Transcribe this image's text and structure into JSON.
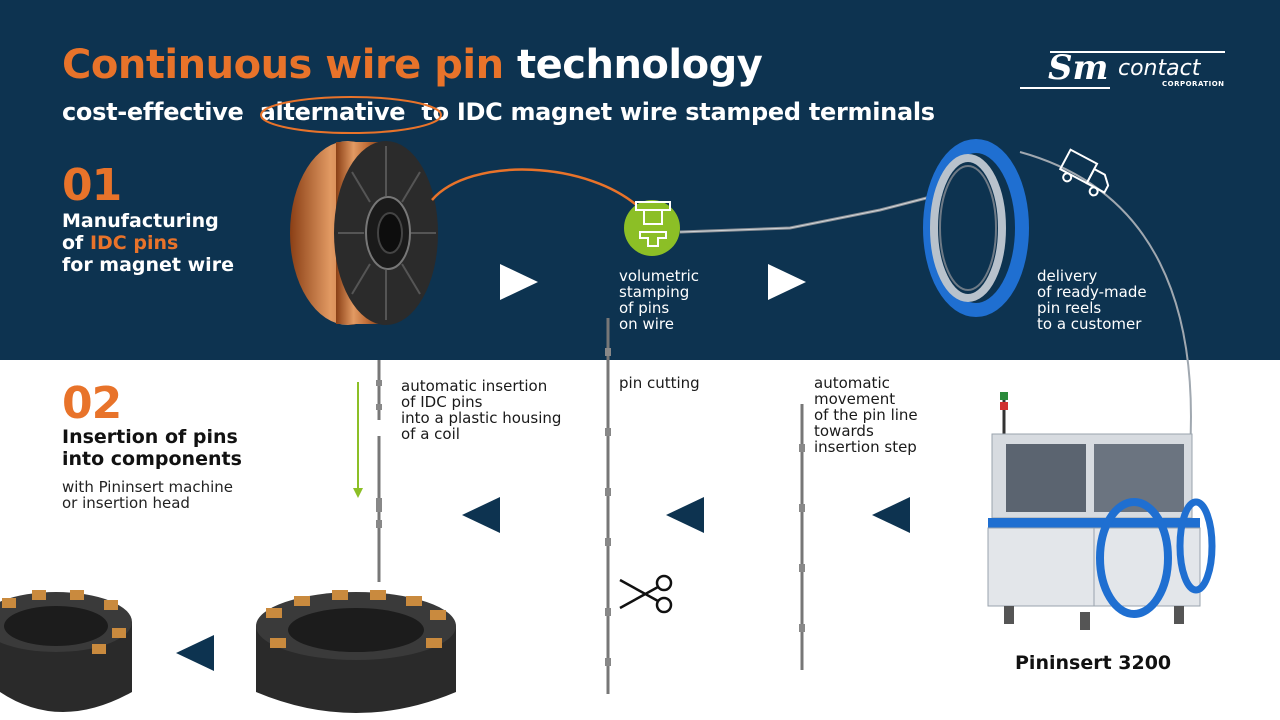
{
  "header": {
    "title_accent": "Continuous wire pin",
    "title_rest": "technology",
    "subtitle_pre": "cost-effective",
    "subtitle_highlight": "alternative",
    "subtitle_post": "to IDC magnet wire stamped terminals"
  },
  "logo": {
    "brand": "Sm",
    "word": "contact",
    "sub": "CORPORATION"
  },
  "step1": {
    "number": "01",
    "line1": "Manufacturing",
    "line2_pre": "of",
    "line2_accent": "IDC pins",
    "line3": "for magnet wire"
  },
  "step2": {
    "number": "02",
    "line1": "Insertion of pins",
    "line2": "into components",
    "sub1": "with Pininsert machine",
    "sub2": "or insertion head"
  },
  "captions": {
    "stamping": [
      "volumetric",
      "stamping",
      "of pins",
      "on wire"
    ],
    "delivery": [
      "delivery",
      "of ready-made",
      "pin reels",
      "to a customer"
    ],
    "insertion": [
      "automatic insertion",
      "of IDC pins",
      "into a plastic housing",
      "of a coil"
    ],
    "cutting": [
      "pin cutting"
    ],
    "movement": [
      "automatic",
      "movement",
      "of the pin line",
      "towards",
      "insertion step"
    ]
  },
  "machine": {
    "label": "Pininsert 3200"
  },
  "colors": {
    "navy": "#0d3350",
    "orange": "#e8732a",
    "green": "#8cbf26",
    "blue": "#1f6fd1"
  }
}
